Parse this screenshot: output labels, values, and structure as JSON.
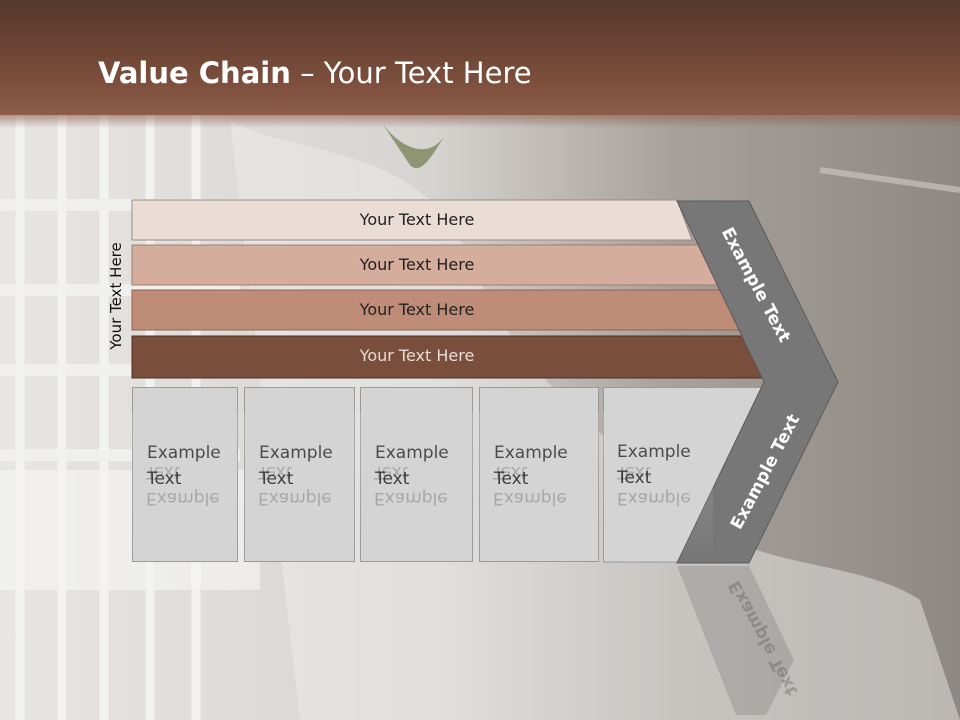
{
  "slide": {
    "title_bold": "Value Chain",
    "title_rest": " – Your Text Here",
    "side_label": "Your Text Here"
  },
  "bars": [
    {
      "label": "Your Text Here",
      "color": "#eaddd6"
    },
    {
      "label": "Your Text Here",
      "color": "#d4ad9c"
    },
    {
      "label": "Your Text Here",
      "color": "#bf8c77"
    },
    {
      "label": "Your Text Here",
      "color": "#7a4e3c"
    }
  ],
  "boxes": [
    {
      "line1": "Example",
      "line2": "Text"
    },
    {
      "line1": "Example",
      "line2": "Text"
    },
    {
      "line1": "Example",
      "line2": "Text"
    },
    {
      "line1": "Example",
      "line2": "Text"
    },
    {
      "line1": "Example",
      "line2": "Text"
    }
  ],
  "chevron": {
    "upper_label": "Example Text",
    "lower_label": "Example Text",
    "color": "#777777"
  }
}
